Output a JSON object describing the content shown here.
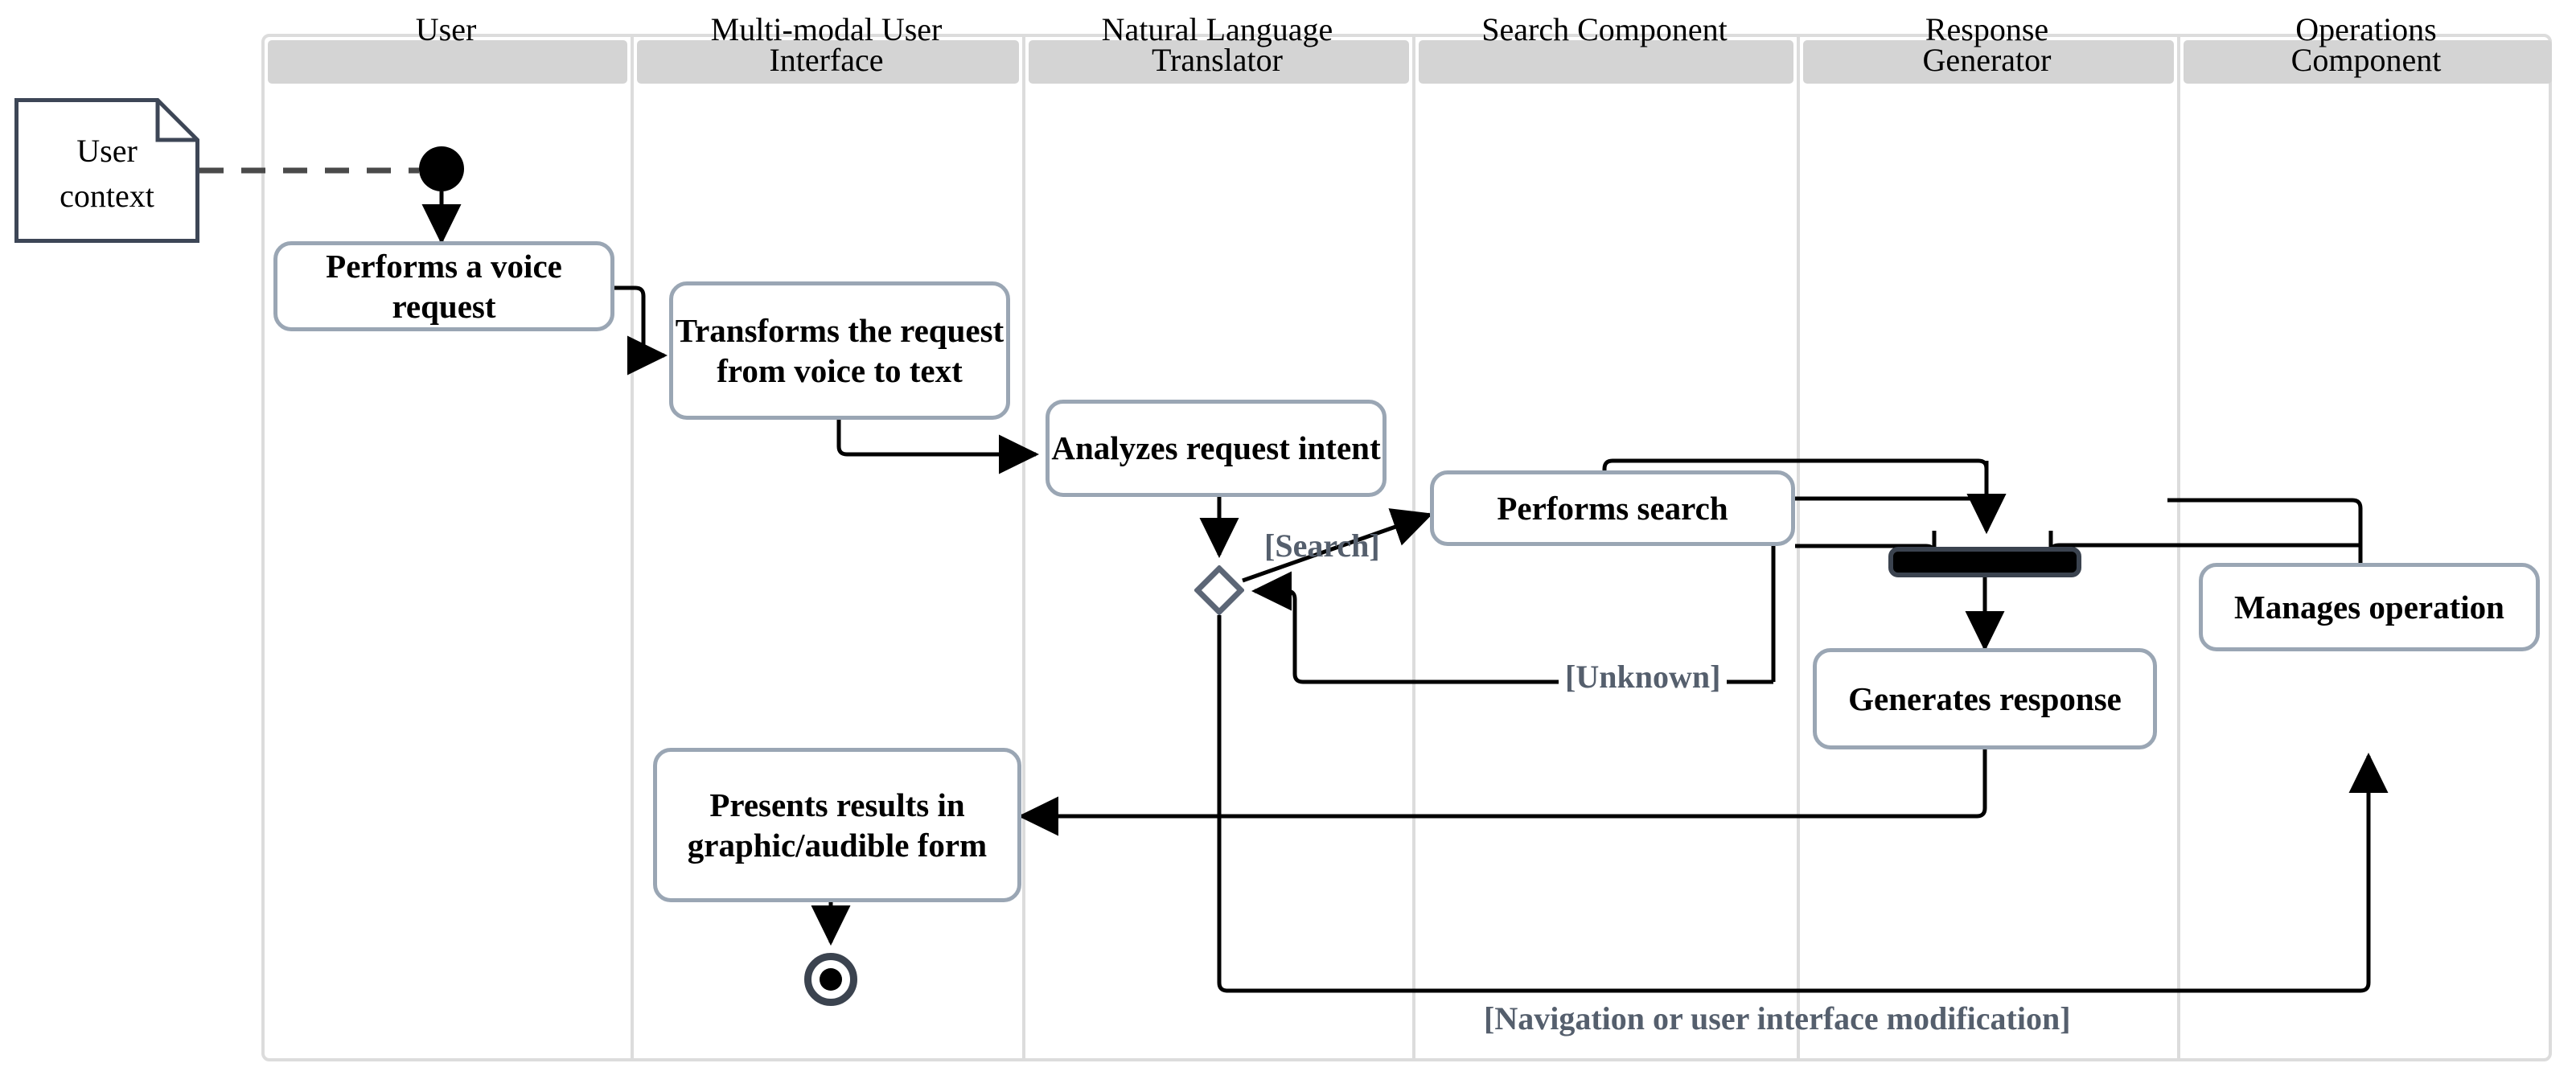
{
  "diagram": {
    "type": "uml-activity-diagram",
    "title": "Multi-modal voice assistant activity diagram"
  },
  "note": {
    "text": "User\ncontext",
    "border_color": "#3d4656"
  },
  "lanes": [
    {
      "name": "user",
      "title": "User",
      "header_line": "User",
      "second_line": ""
    },
    {
      "name": "mmui",
      "title": "Multi-modal User Interface",
      "header_line": "Multi-modal User",
      "second_line": "Interface"
    },
    {
      "name": "nlt",
      "title": "Natural Language Translator",
      "header_line": "Natural Language",
      "second_line": "Translator"
    },
    {
      "name": "search",
      "title": "Search Component",
      "header_line": "Search Component",
      "second_line": ""
    },
    {
      "name": "response",
      "title": "Response Generator",
      "header_line": "Response",
      "second_line": "Generator"
    },
    {
      "name": "operations",
      "title": "Operations Component",
      "header_line": "Operations",
      "second_line": "Component"
    }
  ],
  "activities": [
    {
      "id": "voice-request",
      "label": "Performs a voice request",
      "lane": "user"
    },
    {
      "id": "transform",
      "label": "Transforms the request from voice to text",
      "lane": "mmui"
    },
    {
      "id": "analyze",
      "label": "Analyzes request intent",
      "lane": "nlt"
    },
    {
      "id": "perform-search",
      "label": "Performs search",
      "lane": "search"
    },
    {
      "id": "generate",
      "label": "Generates response",
      "lane": "response"
    },
    {
      "id": "manage",
      "label": "Manages operation",
      "lane": "operations"
    },
    {
      "id": "present",
      "label": "Presents results in graphic/audible form",
      "lane": "mmui"
    }
  ],
  "control_nodes": [
    {
      "id": "initial",
      "kind": "initial-node",
      "lane": "user"
    },
    {
      "id": "decision",
      "kind": "decision-node",
      "lane": "nlt"
    },
    {
      "id": "join",
      "kind": "join-bar",
      "lane": "response"
    },
    {
      "id": "final",
      "kind": "final-node",
      "lane": "mmui"
    }
  ],
  "edge_labels": {
    "search": "[Search]",
    "unknown": "[Unknown]",
    "navigation": "[Navigation or user interface modification]"
  },
  "colors": {
    "activity_border": "#9aa6b4",
    "lane_divider": "#dcdcdc",
    "lane_header_fill": "#d4d4d4",
    "note_border": "#3d4656",
    "control_dark": "#3b434f",
    "label_text": "#555f6d",
    "edge_line": "#000000",
    "dashed_link": "#4a4a4a"
  }
}
